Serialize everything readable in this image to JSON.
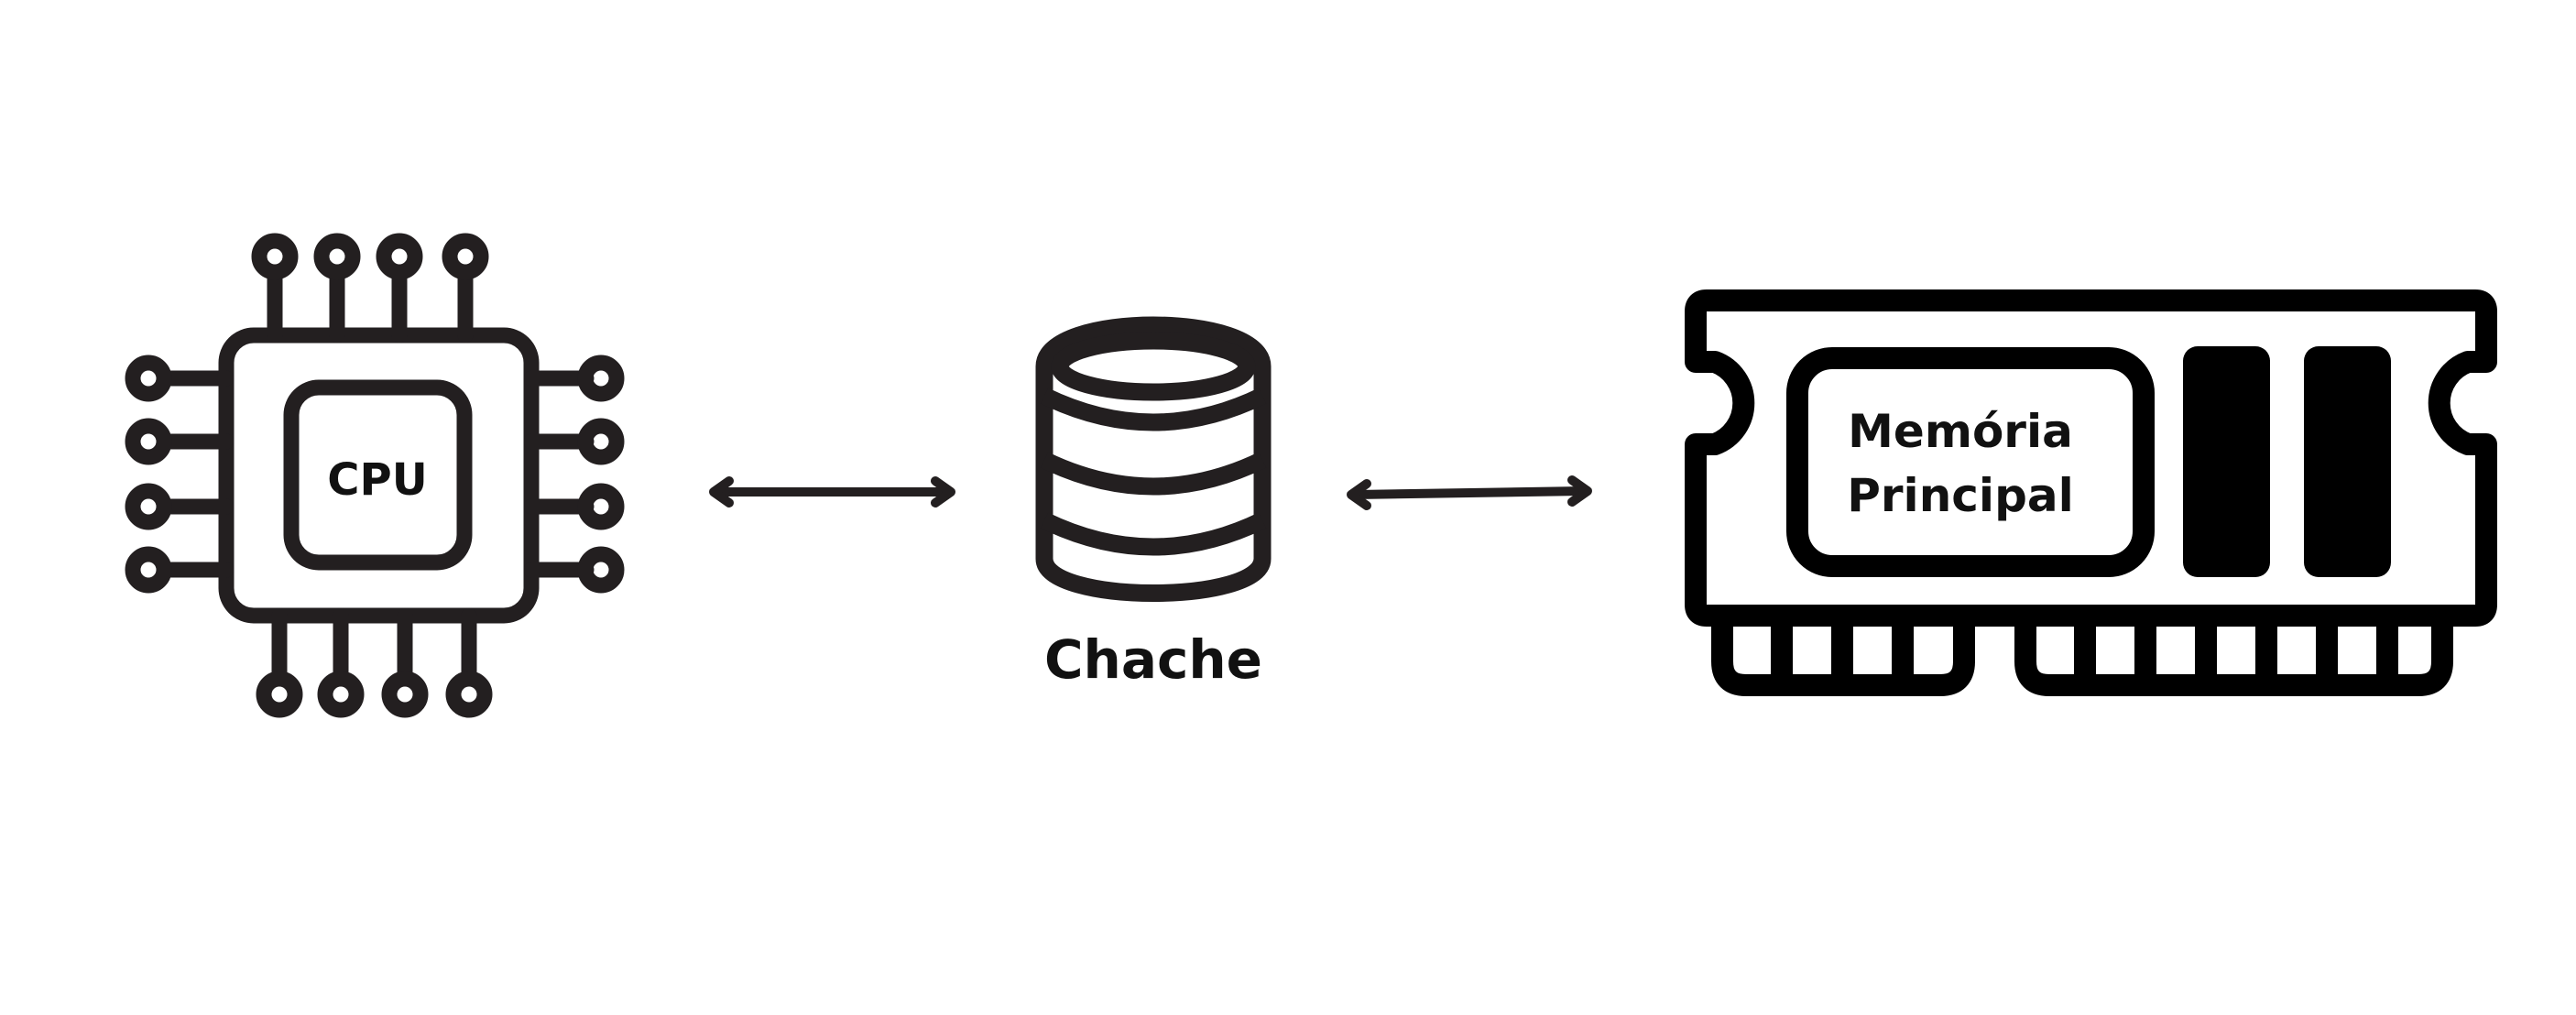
{
  "cpu": {
    "label": "CPU",
    "icon": "cpu-chip-icon"
  },
  "cache": {
    "label": "Chache",
    "icon": "database-stack-icon"
  },
  "memory": {
    "line1": "Memória",
    "line2": "Principal",
    "icon": "ram-module-icon"
  },
  "connectors": [
    {
      "from": "CPU",
      "to": "Chache",
      "style": "bidirectional-arrow"
    },
    {
      "from": "Chache",
      "to": "Memória Principal",
      "style": "bidirectional-arrow"
    }
  ],
  "colors": {
    "ink": "#231f20",
    "background": "#ffffff"
  }
}
